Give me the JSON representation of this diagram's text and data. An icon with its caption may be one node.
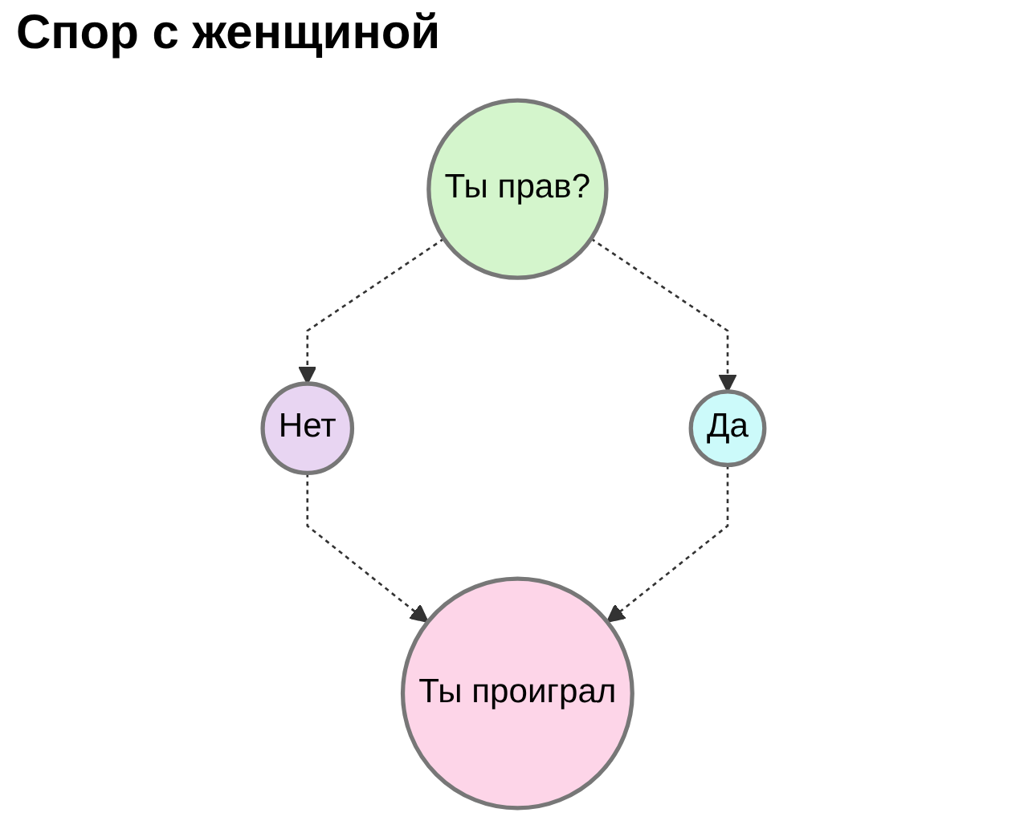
{
  "diagram": {
    "title": "Спор с женщиной",
    "nodes": [
      {
        "text": [
          "Ты прав?"
        ]
      },
      {
        "text": [
          "Нет"
        ]
      },
      {
        "text": [
          "Да"
        ]
      },
      {
        "text": [
          "Ты проиграл"
        ]
      }
    ],
    "edges": [
      {
        "from": 0,
        "to": 1,
        "arrow": "to",
        "style": "dashed"
      },
      {
        "from": 0,
        "to": 2,
        "arrow": "to",
        "style": "dashed"
      },
      {
        "from": 1,
        "to": 3,
        "arrow": "to",
        "style": "dashed"
      },
      {
        "from": 2,
        "to": 3,
        "arrow": "to",
        "style": "dashed"
      }
    ]
  }
}
